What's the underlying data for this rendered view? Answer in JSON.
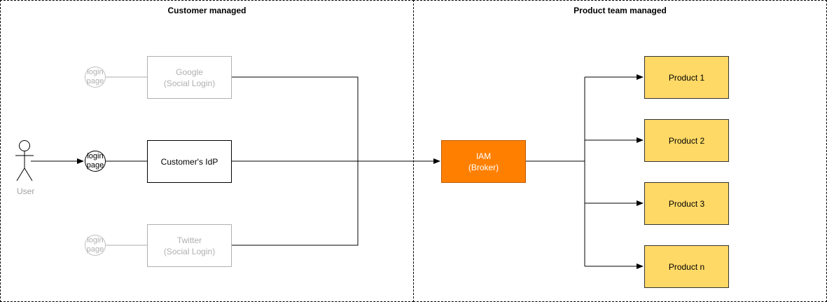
{
  "regions": {
    "customer": "Customer managed",
    "product": "Product team managed"
  },
  "actor": {
    "label": "User"
  },
  "login": {
    "google": "login\npage",
    "customer": "login\npage",
    "twitter": "login\npage"
  },
  "idps": {
    "google": "Google\n(Social Login)",
    "customer": "Customer's IdP",
    "twitter": "Twitter\n(Social Login)"
  },
  "broker": "IAM\n(Broker)",
  "products": [
    "Product 1",
    "Product 2",
    "Product 3",
    "Product n"
  ],
  "colors": {
    "broker": "#ff8000",
    "product": "#ffd966",
    "faded": "#b0b0b0"
  }
}
